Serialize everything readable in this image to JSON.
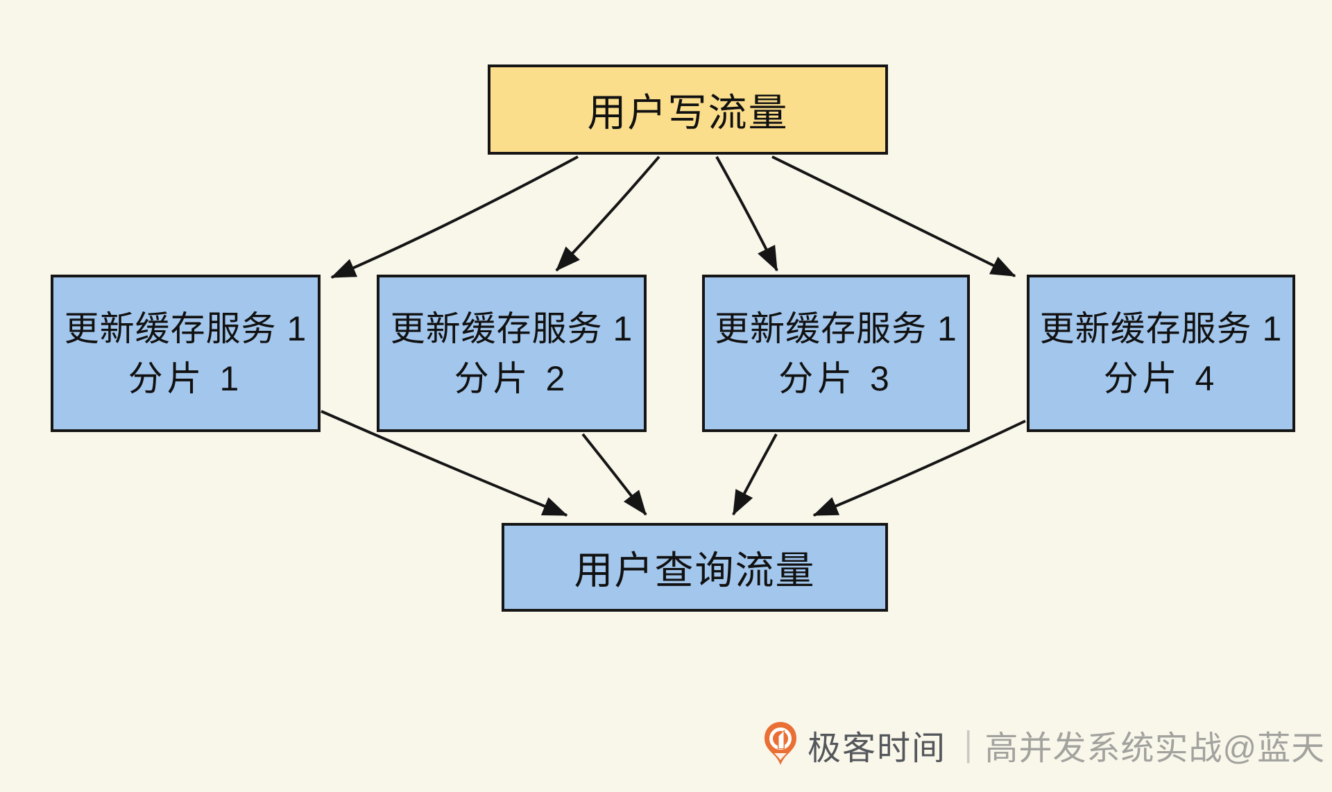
{
  "diagram_title": "cache shard write/read fan-out diagram",
  "colors": {
    "background": "#F9F6EA",
    "node_yellow": "#FBDE8C",
    "node_blue": "#A3C6EC",
    "border": "#151515",
    "arrow": "#151515",
    "brand_text": "#53565A",
    "credit_text": "#A2A29E",
    "separator": "#C9C8C2",
    "logo_orange": "#E96F34"
  },
  "nodes": {
    "write": {
      "label": "用户写流量"
    },
    "shard1": {
      "line1": "更新缓存服务 1",
      "line2": "分片 1"
    },
    "shard2": {
      "line1": "更新缓存服务 1",
      "line2": "分片 2"
    },
    "shard3": {
      "line1": "更新缓存服务 1",
      "line2": "分片 3"
    },
    "shard4": {
      "line1": "更新缓存服务 1",
      "line2": "分片 4"
    },
    "query": {
      "label": "用户查询流量"
    }
  },
  "edges": [
    {
      "from": "write",
      "to": "shard1"
    },
    {
      "from": "write",
      "to": "shard2"
    },
    {
      "from": "write",
      "to": "shard3"
    },
    {
      "from": "write",
      "to": "shard4"
    },
    {
      "from": "shard1",
      "to": "query"
    },
    {
      "from": "shard2",
      "to": "query"
    },
    {
      "from": "shard3",
      "to": "query"
    },
    {
      "from": "shard4",
      "to": "query"
    }
  ],
  "footer": {
    "brand": "极客时间",
    "separator": "|",
    "credit": "高并发系统实战@蓝天"
  }
}
